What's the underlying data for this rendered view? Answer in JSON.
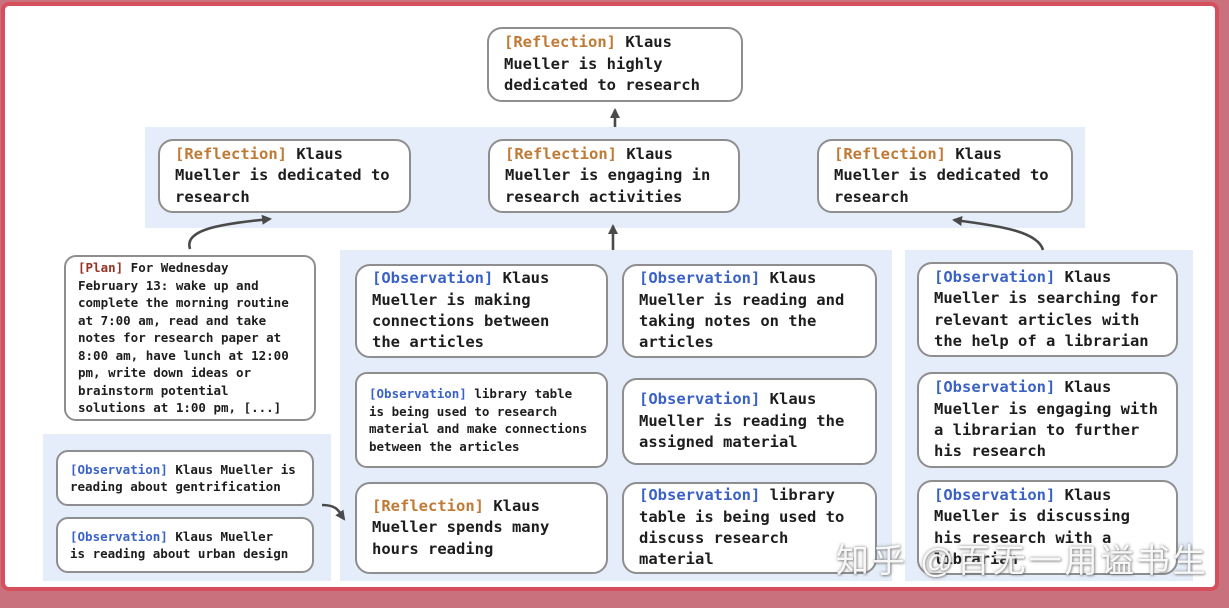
{
  "colors": {
    "frame": "#d5505c",
    "band": "#e4edf9",
    "box_border": "#8e8e8e",
    "text": "#1d1d1d",
    "reflection": "#bf7a35",
    "observation": "#3a62c6",
    "plan": "#993124",
    "arrow": "#4a4a4a"
  },
  "tree": {
    "root": {
      "label": "[Reflection]",
      "body": " Klaus\nMueller is highly\ndedicated to research"
    },
    "reflection_left": {
      "label": "[Reflection]",
      "body": " Klaus\nMueller is dedicated to\nresearch"
    },
    "reflection_mid": {
      "label": "[Reflection]",
      "body": " Klaus\nMueller is engaging in\nresearch activities"
    },
    "reflection_right": {
      "label": "[Reflection]",
      "body": " Klaus\nMueller is dedicated to\nresearch"
    },
    "plan": {
      "label": "[Plan]",
      "body": " For Wednesday\nFebruary 13: wake up and\ncomplete the morning routine\nat 7:00 am, read and take\nnotes for research paper at\n8:00 am, have lunch at 12:00\npm, write down ideas or\nbrainstorm potential\nsolutions at 1:00 pm, [...]"
    },
    "obs_gentrification": {
      "label": "[Observation]",
      "body": " Klaus Mueller is\nreading about gentrification"
    },
    "obs_urban_design": {
      "label": "[Observation]",
      "body": " Klaus Mueller\nis reading about urban design"
    },
    "mid_a1": {
      "label": "[Observation]",
      "body": " Klaus\nMueller is making\nconnections between\nthe articles"
    },
    "mid_a2": {
      "label": "[Observation]",
      "body": " library table\nis being used to research\nmaterial and make connections\nbetween the articles"
    },
    "mid_a3": {
      "label": "[Reflection]",
      "body": " Klaus\nMueller spends many\nhours reading"
    },
    "mid_b1": {
      "label": "[Observation]",
      "body": " Klaus\nMueller is reading and\ntaking notes on the\narticles"
    },
    "mid_b2": {
      "label": "[Observation]",
      "body": " Klaus\nMueller is reading the\nassigned material"
    },
    "mid_b3": {
      "label": "[Observation]",
      "body": " library\ntable is being used to\ndiscuss research material"
    },
    "right_1": {
      "label": "[Observation]",
      "body": " Klaus\nMueller is searching for\nrelevant articles with\nthe help of a librarian"
    },
    "right_2": {
      "label": "[Observation]",
      "body": " Klaus\nMueller is engaging with\na librarian to further\nhis research"
    },
    "right_3": {
      "label": "[Observation]",
      "body": " Klaus\nMueller is discussing\nhis research with a\nlibrarian"
    }
  },
  "watermark": "知乎 @百无一用谥书生"
}
